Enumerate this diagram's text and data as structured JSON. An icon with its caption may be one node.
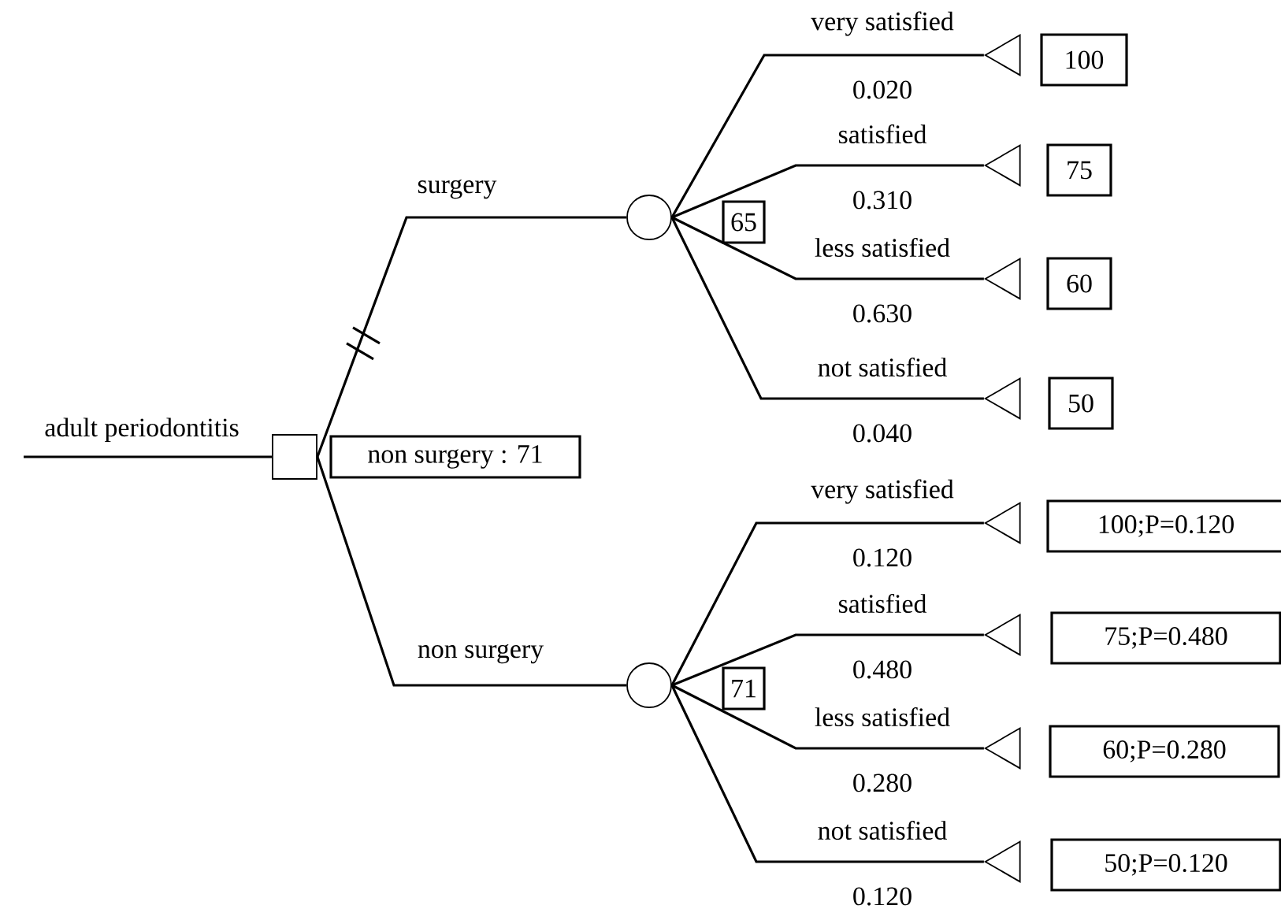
{
  "diagram": {
    "nodes": [
      {
        "text": [],
        "shape": "box",
        "beside": [
          "adult periodontitis"
        ]
      },
      {
        "text": [
          "non surgery : 71"
        ]
      },
      {
        "text": [],
        "shape": "circle"
      },
      {
        "text": [
          "65"
        ]
      },
      {
        "text": [],
        "shape": "triangle"
      },
      {
        "text": [
          "100"
        ]
      },
      {
        "text": [],
        "shape": "triangle"
      },
      {
        "text": [
          "75"
        ]
      },
      {
        "text": [],
        "shape": "triangle"
      },
      {
        "text": [
          "60"
        ]
      },
      {
        "text": [],
        "shape": "triangle"
      },
      {
        "text": [
          "50"
        ]
      },
      {
        "text": [],
        "shape": "circle"
      },
      {
        "text": [
          "71"
        ]
      },
      {
        "text": [],
        "shape": "triangle"
      },
      {
        "text": [
          "100;P=0.120"
        ]
      },
      {
        "text": [],
        "shape": "triangle"
      },
      {
        "text": [
          "75;P=0.480"
        ]
      },
      {
        "text": [],
        "shape": "triangle"
      },
      {
        "text": [
          "60;P=0.280"
        ]
      },
      {
        "text": [],
        "shape": "triangle"
      },
      {
        "text": [
          "50;P=0.120"
        ]
      }
    ],
    "edges": [
      {
        "from": null,
        "to": 0,
        "arrow": "none"
      },
      {
        "from": 0,
        "to": 2,
        "arrow": "none",
        "label": "surgery"
      },
      {
        "from": 0,
        "to": 12,
        "arrow": "none",
        "label": "non surgery"
      },
      {
        "from": 2,
        "to": 4,
        "arrow": "none",
        "label": "very satisfied"
      },
      {
        "from": 2,
        "to": 6,
        "arrow": "none",
        "label": "satisfied"
      },
      {
        "from": 2,
        "to": 8,
        "arrow": "none",
        "label": "less satisfied"
      },
      {
        "from": 2,
        "to": 10,
        "arrow": "none",
        "label": "not satisfied"
      },
      {
        "from": 12,
        "to": 14,
        "arrow": "none",
        "label": "very satisfied"
      },
      {
        "from": 12,
        "to": 16,
        "arrow": "none",
        "label": "satisfied"
      },
      {
        "from": 12,
        "to": 18,
        "arrow": "none",
        "label": "less satisfied"
      },
      {
        "from": 12,
        "to": 20,
        "arrow": "none",
        "label": "not satisfied"
      }
    ],
    "labels": [
      "0.020",
      "0.310",
      "0.630",
      "0.040",
      "0.120",
      "0.480",
      "0.280",
      "0.120"
    ]
  }
}
